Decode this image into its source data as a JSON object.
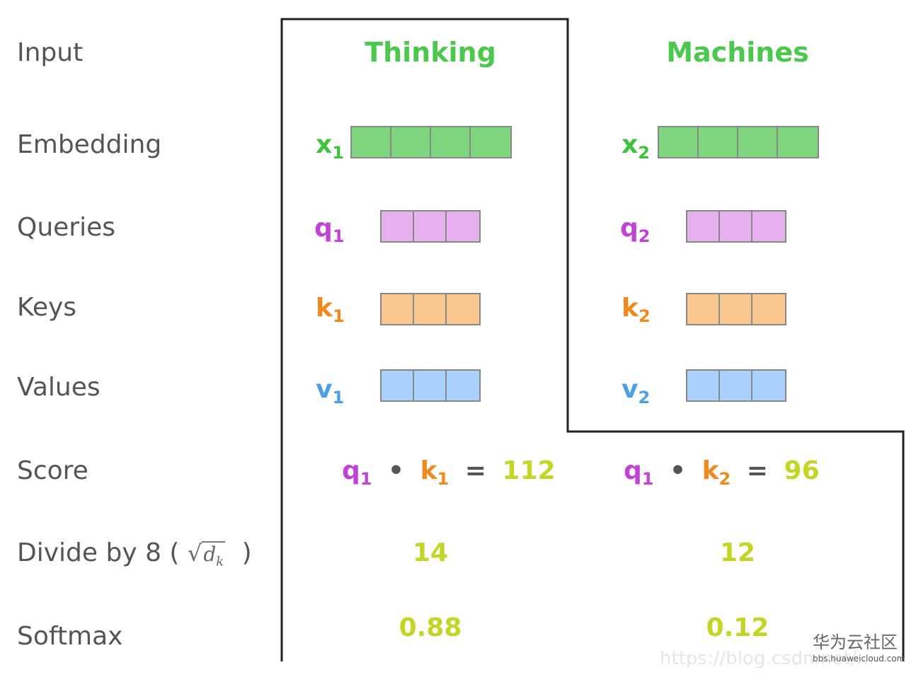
{
  "row_labels": {
    "input": "Input",
    "embedding": "Embedding",
    "queries": "Queries",
    "keys": "Keys",
    "values": "Values",
    "score": "Score",
    "divide_prefix": "Divide by 8 (",
    "divide_sqrt_symbol": "√",
    "divide_sqrt_arg": "d",
    "divide_sqrt_sub": "k",
    "divide_suffix": ")",
    "softmax": "Softmax"
  },
  "words": [
    {
      "title": "Thinking",
      "embedding": {
        "var": "x",
        "sub": "1"
      },
      "query": {
        "var": "q",
        "sub": "1"
      },
      "key": {
        "var": "k",
        "sub": "1"
      },
      "value": {
        "var": "v",
        "sub": "1"
      },
      "score": {
        "q": "q",
        "q_sub": "1",
        "dot": "•",
        "k": "k",
        "k_sub": "1",
        "eq": "=",
        "result": "112"
      },
      "divided": "14",
      "softmax": "0.88"
    },
    {
      "title": "Machines",
      "embedding": {
        "var": "x",
        "sub": "2"
      },
      "query": {
        "var": "q",
        "sub": "2"
      },
      "key": {
        "var": "k",
        "sub": "2"
      },
      "value": {
        "var": "v",
        "sub": "2"
      },
      "score": {
        "q": "q",
        "q_sub": "1",
        "dot": "•",
        "k": "k",
        "k_sub": "2",
        "eq": "=",
        "result": "96"
      },
      "divided": "12",
      "softmax": "0.12"
    }
  ],
  "colors": {
    "title_green": "#4cc94c",
    "embedding_fill": "#7fd67f",
    "embedding_label": "#3cc43c",
    "query_fill": "#e8b0f0",
    "query_label": "#c042d6",
    "key_fill": "#f9c78f",
    "key_label": "#f08a1c",
    "value_fill": "#a8d2fb",
    "value_label": "#4a9fe8",
    "number_yellow": "#c3d626"
  },
  "watermark": {
    "brand_cn": "华为云社区",
    "brand_url": "bbs.huaweicloud.com",
    "csdn_url": "https://blog.csdn.net/..."
  }
}
